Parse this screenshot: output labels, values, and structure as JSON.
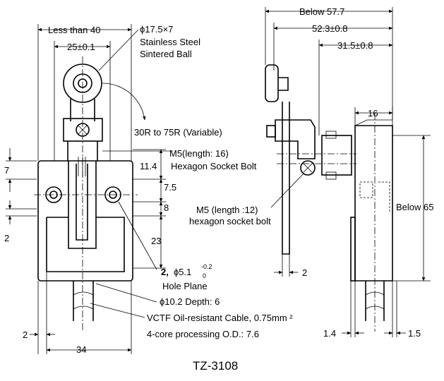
{
  "title": "TZ-3108",
  "dims": {
    "less_than_40": "Less than 40",
    "d25": "25±0.1",
    "ball_dia": "ϕ17.5×7",
    "ball_material_1": "Stainless Steel",
    "ball_material_2": "Sintered Ball",
    "radius": "30R to 75R (Variable)",
    "d7": "7",
    "d11_4": "11.4",
    "d7_5": "7.5",
    "d8": "8",
    "d2_left": "2",
    "d23": "23",
    "m5_16_a": "M5(length: 16)",
    "m5_16_b": "Hexagon Socket Bolt",
    "hole_count": "2,",
    "hole_dia": "ϕ5.1",
    "hole_tol_up": "-0.2",
    "hole_tol_dn": "0",
    "hole_plane": "Hole Plane",
    "bore": "ϕ10.2 Depth: 6",
    "cable_1": "VCTF Oil-resistant Cable, 0.75mm ²",
    "cable_2": "4-core processing O.D.:   7.6",
    "d2_bottom": "2",
    "d34": "34",
    "below_57_7": "Below 57.7",
    "d52_3": "52.3±0.8",
    "d31_5": "31.5±0.8",
    "d16": "16",
    "below_65": "Below 65",
    "m5_12_a": "M5 (length :12)",
    "m5_12_b": "hexagon socket bolt",
    "d2_side": "2",
    "d1_4": "1.4",
    "d1_5": "1.5"
  }
}
